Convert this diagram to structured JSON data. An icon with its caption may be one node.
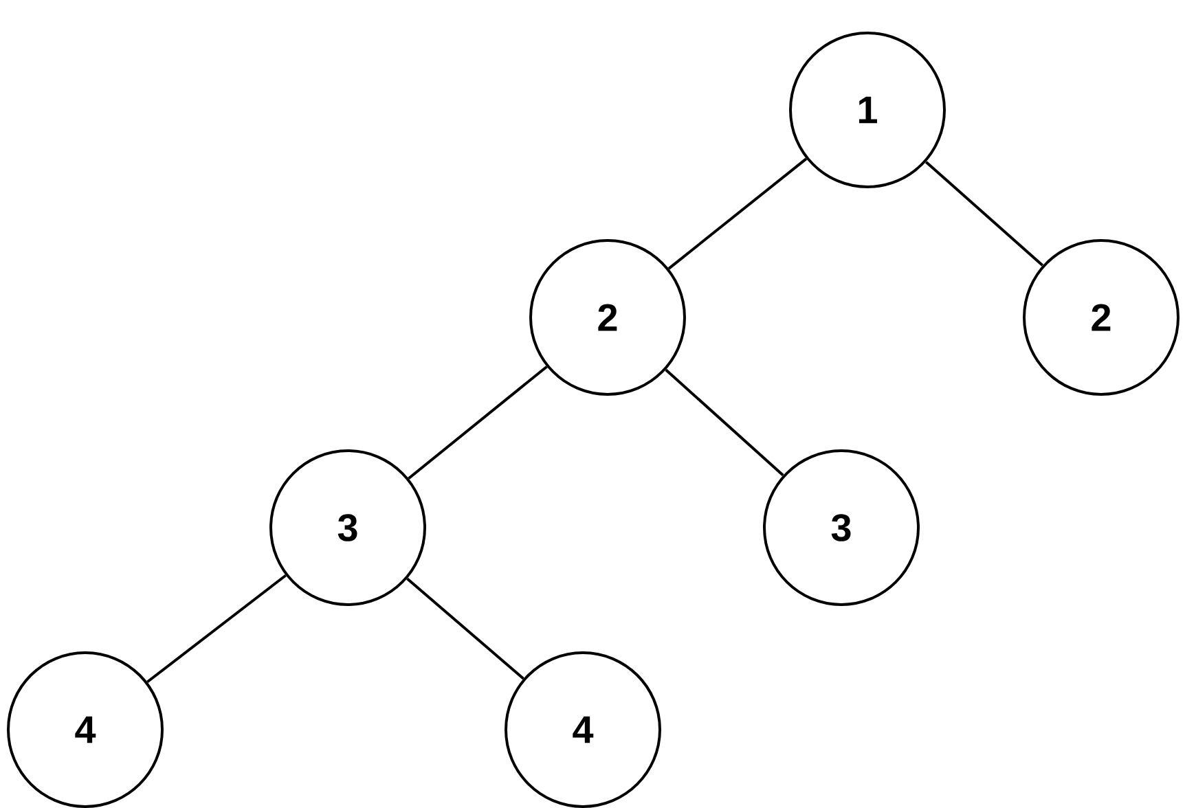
{
  "diagram": {
    "nodes": [
      {
        "text": [
          "1"
        ]
      },
      {
        "text": [
          "2"
        ]
      },
      {
        "text": [
          "2"
        ]
      },
      {
        "text": [
          "3"
        ]
      },
      {
        "text": [
          "3"
        ]
      },
      {
        "text": [
          "4"
        ]
      },
      {
        "text": [
          "4"
        ]
      }
    ],
    "edges": [
      {
        "from": 0,
        "to": 1,
        "arrow": "none"
      },
      {
        "from": 0,
        "to": 2,
        "arrow": "none"
      },
      {
        "from": 1,
        "to": 3,
        "arrow": "none"
      },
      {
        "from": 1,
        "to": 4,
        "arrow": "none"
      },
      {
        "from": 3,
        "to": 5,
        "arrow": "none"
      },
      {
        "from": 3,
        "to": 6,
        "arrow": "none"
      }
    ]
  }
}
